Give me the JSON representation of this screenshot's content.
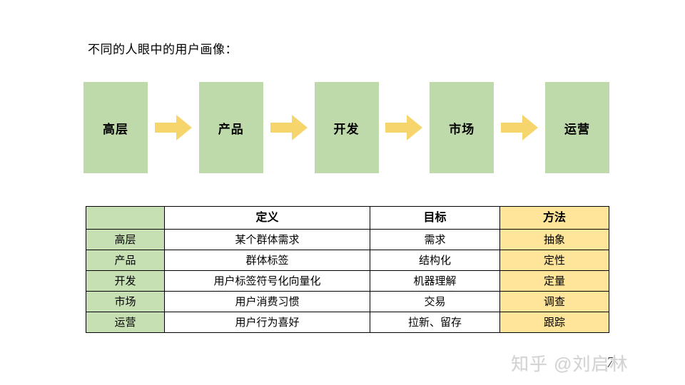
{
  "title": "不同的人眼中的用户画像：",
  "flow": {
    "boxes": [
      "高层",
      "产品",
      "开发",
      "市场",
      "运营"
    ]
  },
  "table": {
    "headers": [
      "",
      "定义",
      "目标",
      "方法"
    ],
    "rows": [
      {
        "role": "高层",
        "definition": "某个群体需求",
        "goal": "需求",
        "method": "抽象"
      },
      {
        "role": "产品",
        "definition": "群体标签",
        "goal": "结构化",
        "method": "定性"
      },
      {
        "role": "开发",
        "definition": "用户标签符号化向量化",
        "goal": "机器理解",
        "method": "定量"
      },
      {
        "role": "市场",
        "definition": "用户消费习惯",
        "goal": "交易",
        "method": "调查"
      },
      {
        "role": "运营",
        "definition": "用户行为喜好",
        "goal": "拉新、留存",
        "method": "跟踪"
      }
    ]
  },
  "watermark": "知乎 @刘启林",
  "page_number": "7",
  "colors": {
    "box_green": "#bed9aa",
    "cell_green": "#c6e0b4",
    "arrow_yellow": "#f7d56d",
    "cell_yellow": "#ffe599",
    "border_black": "#000000",
    "watermark_gray": "#d2d2d2"
  }
}
